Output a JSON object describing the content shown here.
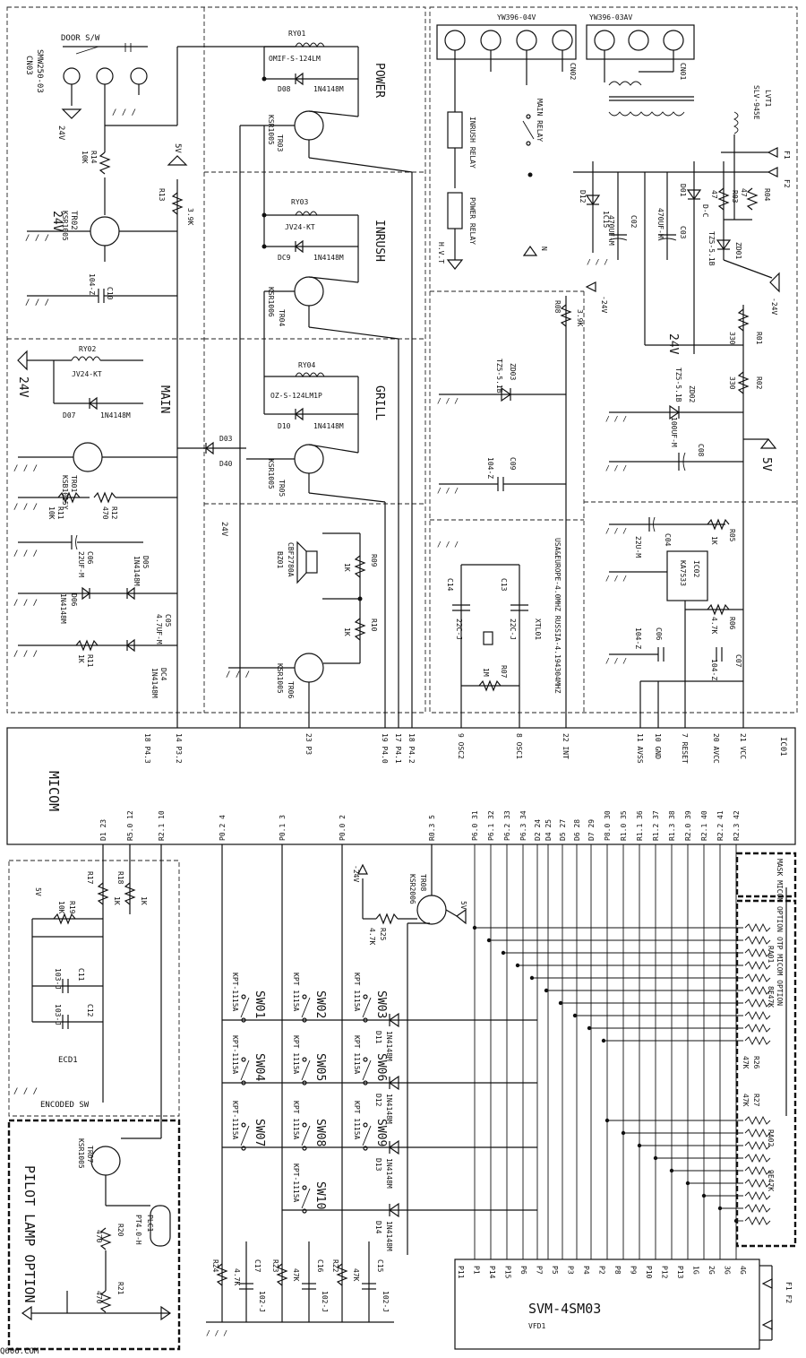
{
  "blocks": {
    "power": "POWER",
    "inrush": "INRUSH",
    "main": "MAIN",
    "grill": "GRILL",
    "otp_micom_option": "OTP MICOM OPTION",
    "mask_micom_option": "MASK MICOM OPTION",
    "pilot_lamp_option": "PILOT LAMP OPTION"
  },
  "connectors": {
    "cn03": "CN03",
    "cn03_part": "SMW250-03",
    "door_sw": "DOOR S/W",
    "cn02_part": "YW396-04V",
    "cn02": "CN02",
    "cn01_part": "YW396-03AV",
    "cn01": "CN01"
  },
  "relays": {
    "ry01": "RY01",
    "ry01_part": "OMIF-S-124LM",
    "ry03": "RY03",
    "ry03_part": "JV24-KT",
    "ry02": "RY02",
    "ry02_part": "JV24-KT",
    "ry04": "RY04",
    "ry04_part": "OZ-S-124LM1P",
    "inrush_relay": "INRUSH RELAY",
    "power_relay": "POWER RELAY",
    "main_relay": "MAIN RELAY",
    "hvt": "H.V.T"
  },
  "transistors": {
    "tr01": "TR01",
    "tr01_part": "KSB1015Y",
    "tr02": "TR02",
    "tr02_part": "KSR1005",
    "tr03": "TR03",
    "tr03_part": "KSR1005",
    "tr04": "TR04",
    "tr04_part": "KSR1006",
    "tr05": "TR05",
    "tr05_part": "KSR1005",
    "tr06": "TR06",
    "tr06_part": "KSR1005",
    "tr07": "TR07",
    "tr07_part": "KSR1005",
    "tr08": "TR08",
    "tr08_part": "KSR2006"
  },
  "diodes": {
    "d08": "D08",
    "d08_part": "1N4148M",
    "d09": "DC9",
    "d09_part": "1N4148M",
    "d07": "D07",
    "d07_part": "1N4148M",
    "d10": "D10",
    "d10_part": "1N4148M",
    "d03": "D03",
    "d04": "D40",
    "d05": "D05",
    "d05_part": "1N4148M",
    "d06": "D06",
    "d06_part": "1N4148M",
    "dc4": "DC4",
    "dc4_part": "1N4148M",
    "d01": "D01",
    "d01_part": "D-C",
    "d12": "D12",
    "d12_v": "1C15",
    "d11": "D11",
    "d11_part": "1N4148M",
    "d12b": "D12",
    "d12b_part": "1N4148M",
    "d13": "D13",
    "d13_part": "1N4148M",
    "d14": "D14",
    "d14_part": "1N4148M"
  },
  "zeners": {
    "zd01": "ZD01",
    "zd01_part": "TZ5-5.1B",
    "zd02": "ZD02",
    "zd02_part": "TZ5-5.1B",
    "zd03": "ZD03",
    "zd03_part": "TZ5-5.1B"
  },
  "resistors": {
    "r14": "R14",
    "r14_v": "10K",
    "r13": "R13",
    "r13_v": "3.9K",
    "r11": "R11",
    "r11_v": "10K",
    "r12": "R12",
    "r12_v": "470",
    "r11b": "R11",
    "r11b_v": "1K",
    "r09": "R09",
    "r09_v": "1K",
    "r10": "R10",
    "r10_v": "1K",
    "r03": "R03",
    "r03_v": "47",
    "r04": "R04",
    "r04_v": "47",
    "r08": "R08",
    "r08_v": "3.9K",
    "r01": "R01",
    "r01_v": "330",
    "r02": "R02",
    "r02_v": "330",
    "r05": "R05",
    "r05_v": "1K",
    "r06": "R06",
    "r06_v": "4.7K",
    "r07": "R07",
    "r07_v": "1M",
    "r17": "R17",
    "r17_v": "1K",
    "r18": "R18",
    "r18_v": "1K",
    "r19": "R19",
    "r19_v": "10K",
    "r20": "R20",
    "r20_v": "470",
    "r21": "R21",
    "r21_v": "470",
    "r22": "R22",
    "r22_v": "47K",
    "r23": "R23",
    "r23_v": "47K",
    "r24": "R24",
    "r24_v": "4.7K",
    "r25": "R25",
    "r25_v": "4.7K",
    "r26": "R26",
    "r26_v": "47K",
    "r27": "R27",
    "r27_v": "47K",
    "ra01": "RA01",
    "ra01_v": "8E47K",
    "ra02": "RA02",
    "ra02_v": "9E47K"
  },
  "capacitors": {
    "c10": "C10",
    "c10_v": "104-Z",
    "c06": "C06",
    "c06_v": "22UF-M",
    "c05": "C05",
    "c05_v": "4.7UF-M",
    "c02": "C02",
    "c02_v": "470UF-M",
    "c03": "C03",
    "c03_v": "470UF-M",
    "c09": "C09",
    "c09_v": "104-Z",
    "c08": "C08",
    "c08_v": "100UF-M",
    "c14": "C14",
    "c14_v": "22C-J",
    "c13": "C13",
    "c13_v": "22C-J",
    "c04": "C04",
    "c04_v": "22U-M",
    "c06b": "C06",
    "c06b_v": "104-Z",
    "c07": "C07",
    "c07_v": "104-Z",
    "c11": "C11",
    "c11_v": "103-J",
    "c12": "C12",
    "c12_v": "103-J",
    "c15": "C15",
    "c15_v": "102-J",
    "c16": "C16",
    "c16_v": "102-J",
    "c17": "C17",
    "c17_v": "102-J"
  },
  "misc": {
    "buzzer": "BZ01",
    "buzzer_part": "CBF2780A",
    "ic02": "IC02",
    "ic02_part": "KA7533",
    "xtal": "XTL01",
    "xtal_note": "USA&EUROPE-4.0MHZ RUSSIA-4.194304MHZ",
    "lvt": "LVT1",
    "lvt_part": "SLV-945E",
    "ecd": "ECD1",
    "ecd_note": "ENCODED SW",
    "plc": "PLC1",
    "plc_part": "PT4.0-H",
    "v24": "24V",
    "v5": "5V",
    "vn24": "-24V",
    "f1": "F1",
    "f2": "F2",
    "f1f2": "F1 F2",
    "watermark": "Q606.COM",
    "ic01": "IC01",
    "micom": "MICOM"
  },
  "vfd": {
    "name": "VFD1",
    "part": "SVM-4SM03",
    "pins": [
      "P11",
      "P1",
      "P14",
      "P15",
      "P6",
      "P7",
      "P5",
      "P3",
      "P4",
      "P2",
      "P8",
      "P9",
      "P10",
      "P12",
      "P13",
      "1G",
      "2G",
      "3G",
      "4G"
    ]
  },
  "ic_top_pins": [
    "18 P4.3",
    "14 P3.2",
    "23 P3",
    "19 P4.0",
    "17 P4.1",
    "18 P4.2",
    "9 OSC2",
    "8 OSC1",
    "22 INT",
    "11 AVSS",
    "10 GND",
    "7 RESET",
    "20 AVCC",
    "21 VCC"
  ],
  "ic_bottom_pins": [
    "D1 23",
    "R5.0 12",
    "R2.1 10",
    "P0.2 4",
    "P0.1 3",
    "P0.0 2",
    "R0.3 5",
    "P6.0 31",
    "P6.1 32",
    "P6.2 33",
    "P6.3 34",
    "D2 24",
    "D4 25",
    "D5 27",
    "D6 28",
    "D7 29",
    "P8.0 30",
    "R1.0 35",
    "R1.1 36",
    "R1.2 37",
    "R1.3 38",
    "R2.0 39",
    "R2.1 40",
    "R2.2 41",
    "R2.3 42"
  ],
  "switches": [
    {
      "name": "SW01",
      "part": "KPT-1115A"
    },
    {
      "name": "SW02",
      "part": "KPT 1115A"
    },
    {
      "name": "SW03",
      "part": "KPT 1115A"
    },
    {
      "name": "SW04",
      "part": "KPT-1115A"
    },
    {
      "name": "SW05",
      "part": "KPT 1115A"
    },
    {
      "name": "SW06",
      "part": "KPT 1115A"
    },
    {
      "name": "SW07",
      "part": "KPT-1115A"
    },
    {
      "name": "SW08",
      "part": "KPT 1115A"
    },
    {
      "name": "SW09",
      "part": "KPT 1115A"
    },
    {
      "name": "SW10",
      "part": "KPT-1115A"
    }
  ]
}
